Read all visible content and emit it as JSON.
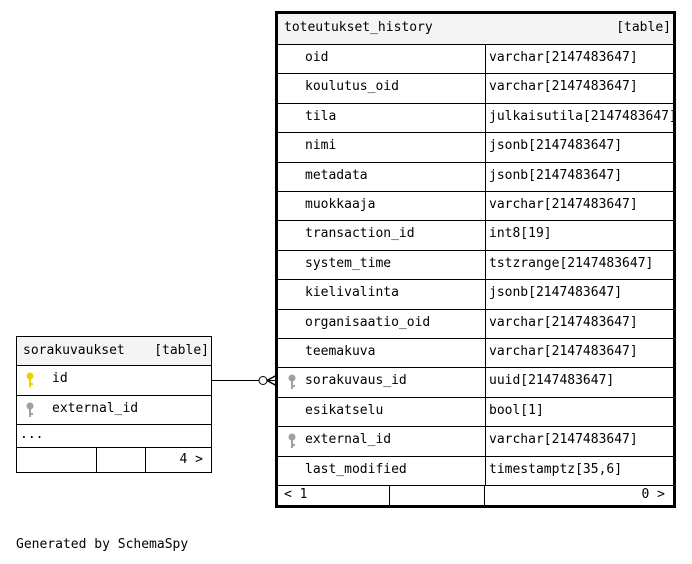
{
  "main_table": {
    "name": "toteutukset_history",
    "type_label": "[table]",
    "columns": [
      {
        "name": "oid",
        "type": "varchar[2147483647]"
      },
      {
        "name": "koulutus_oid",
        "type": "varchar[2147483647]"
      },
      {
        "name": "tila",
        "type": "julkaisutila[2147483647]"
      },
      {
        "name": "nimi",
        "type": "jsonb[2147483647]"
      },
      {
        "name": "metadata",
        "type": "jsonb[2147483647]"
      },
      {
        "name": "muokkaaja",
        "type": "varchar[2147483647]"
      },
      {
        "name": "transaction_id",
        "type": "int8[19]"
      },
      {
        "name": "system_time",
        "type": "tstzrange[2147483647]"
      },
      {
        "name": "kielivalinta",
        "type": "jsonb[2147483647]"
      },
      {
        "name": "organisaatio_oid",
        "type": "varchar[2147483647]"
      },
      {
        "name": "teemakuva",
        "type": "varchar[2147483647]"
      },
      {
        "name": "sorakuvaus_id",
        "type": "uuid[2147483647]",
        "icon": "foreign-key-icon"
      },
      {
        "name": "esikatselu",
        "type": "bool[1]"
      },
      {
        "name": "external_id",
        "type": "varchar[2147483647]",
        "icon": "foreign-key-icon"
      },
      {
        "name": "last_modified",
        "type": "timestamptz[35,6]"
      }
    ],
    "footer": {
      "left": "< 1",
      "right": "0 >"
    }
  },
  "side_table": {
    "name": "sorakuvaukset",
    "type_label": "[table]",
    "columns": [
      {
        "name": "id",
        "icon": "primary-key-icon"
      },
      {
        "name": "external_id",
        "icon": "foreign-key-icon"
      }
    ],
    "more": "...",
    "footer": {
      "right": "4 >"
    }
  },
  "credit": "Generated by SchemaSpy",
  "colors": {
    "primary_key": "#e8d200",
    "foreign_key": "#a0a0a0"
  }
}
